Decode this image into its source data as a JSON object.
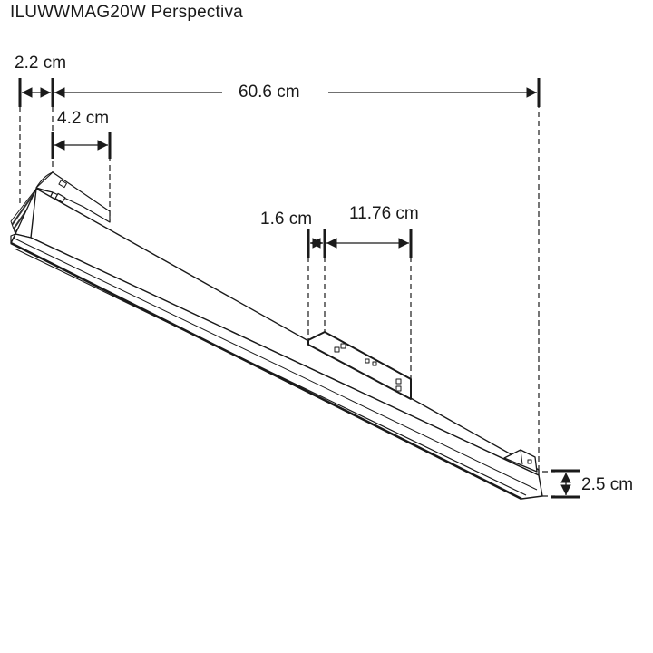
{
  "title": "ILUWWMAG20W Perspectiva",
  "dimensions": {
    "end_offset": "2.2 cm",
    "total_length": "60.6 cm",
    "connector_width": "4.2 cm",
    "mid_gap": "1.6 cm",
    "mid_connector_length": "11.76 cm",
    "height": "2.5 cm"
  },
  "colors": {
    "line": "#1a1a1a",
    "background": "#ffffff"
  }
}
